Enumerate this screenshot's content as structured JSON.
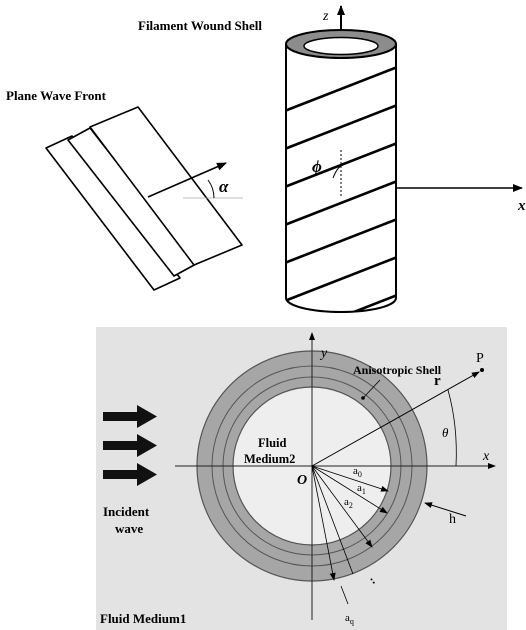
{
  "top_figure": {
    "shell_label": "Filament Wound Shell",
    "plane_wave_label": "Plane Wave Front",
    "axis_z": "z",
    "axis_x": "x",
    "angle_alpha": "α",
    "angle_phi": "ϕ"
  },
  "bottom_figure": {
    "axis_y": "y",
    "axis_x": "x",
    "shell_label": "Anisotropic Shell",
    "point_p": "P",
    "vector_r": "r",
    "angle_theta": "θ",
    "origin": "O",
    "fluid2_line1": "Fluid",
    "fluid2_line2": "Medium2",
    "incident_line1": "Incident",
    "incident_line2": "wave",
    "fluid1_label": "Fluid Medium1",
    "thickness": "h",
    "radius_labels": [
      {
        "base": "a",
        "sub": "0"
      },
      {
        "base": "a",
        "sub": "1"
      },
      {
        "base": "a",
        "sub": "2"
      },
      {
        "base": "a",
        "sub": "q"
      }
    ],
    "ellipsis": ":",
    "colors": {
      "panel_bg": "#e3e3e3",
      "shell_fill": "#a6a6a6",
      "inner_fluid": "#eeeeee"
    }
  }
}
